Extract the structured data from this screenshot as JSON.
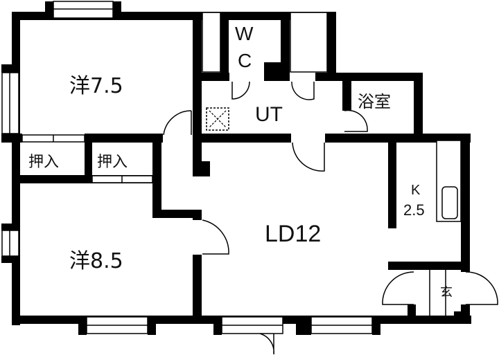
{
  "rooms": {
    "western_1": "洋7.5",
    "western_2": "洋8.5",
    "closet_1": "押入",
    "closet_2": "押入",
    "wc_line1": "W",
    "wc_line2": "C",
    "utility": "UT",
    "bath": "浴室",
    "living_dining": "LD12",
    "kitchen_line1": "K",
    "kitchen_line2": "2.5",
    "entrance": "玄"
  },
  "colors": {
    "wall": "#000000",
    "background": "#ffffff"
  }
}
